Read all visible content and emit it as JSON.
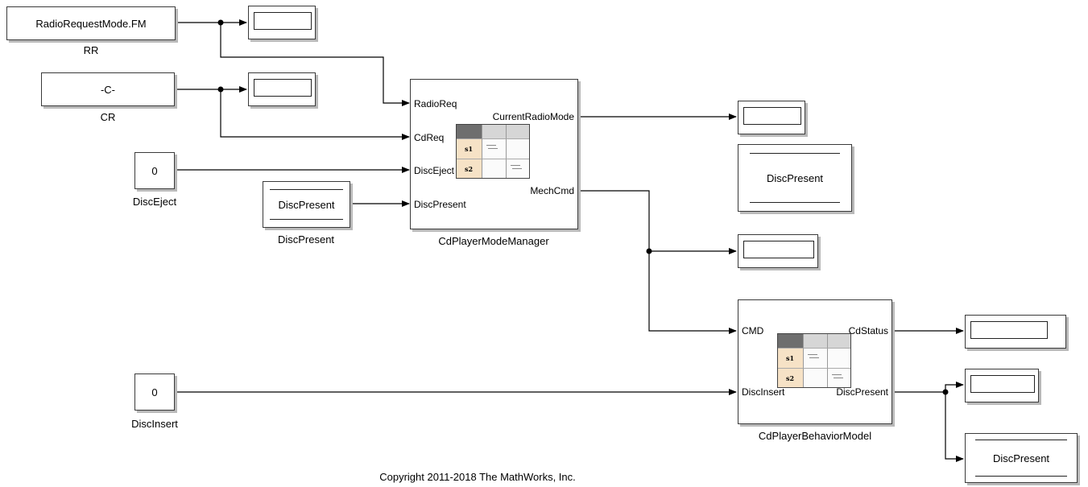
{
  "blocks": {
    "rr": {
      "value": "RadioRequestMode.FM",
      "label": "RR"
    },
    "cr": {
      "value": "-C-",
      "label": "CR"
    },
    "disc_eject": {
      "value": "0",
      "label": "DiscEject"
    },
    "disc_present_src": {
      "value": "DiscPresent",
      "label": "DiscPresent"
    },
    "disc_insert": {
      "value": "0",
      "label": "DiscInsert"
    },
    "disc_present_store": {
      "value": "DiscPresent"
    },
    "disc_present_store2": {
      "value": "DiscPresent"
    }
  },
  "mode_manager": {
    "label": "CdPlayerModeManager",
    "inputs": [
      "RadioReq",
      "CdReq",
      "DiscEject",
      "DiscPresent"
    ],
    "outputs": [
      "CurrentRadioMode",
      "MechCmd"
    ],
    "table_rows": [
      "s1",
      "s2"
    ]
  },
  "behavior_model": {
    "label": "CdPlayerBehaviorModel",
    "inputs": [
      "CMD",
      "DiscInsert"
    ],
    "outputs": [
      "CdStatus",
      "DiscPresent"
    ],
    "table_rows": [
      "s1",
      "s2"
    ]
  },
  "copyright": "Copyright 2011-2018 The MathWorks, Inc.",
  "colors": {
    "line": "#000000",
    "block_border": "#3a3a3a",
    "shadow": "#b9b9b9"
  }
}
